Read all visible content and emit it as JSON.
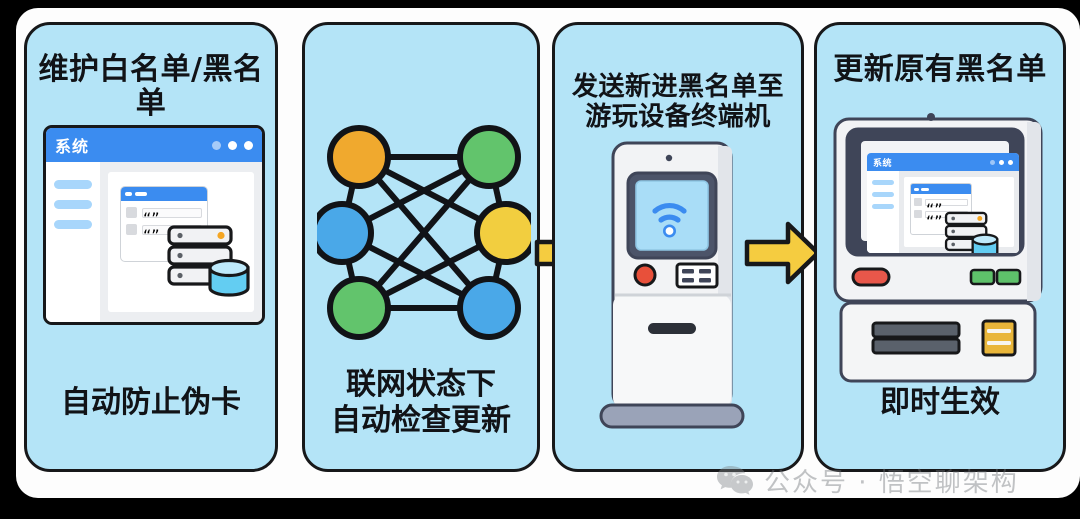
{
  "figure": {
    "background_color": "#000000",
    "card_color": "#fdfdfd",
    "panel_fill": "#b4e4f7",
    "panel_stroke": "#17181a",
    "arrow_color": "#f5cc40"
  },
  "panels": [
    {
      "id": "maintain-lists",
      "title": "维护白名单/黑名单",
      "caption": "自动防止伪卡",
      "illustration": "system-window-with-database",
      "window": {
        "title": "系统",
        "titlebar_color": "#3b8cf0",
        "dot_count": 3,
        "sidebar_bars": 3,
        "dialog": {
          "rows": 2
        },
        "server_units": 3,
        "server_led_color": "#f5a623",
        "database_color": "#4ec3ef"
      }
    },
    {
      "id": "network-check",
      "title": "",
      "caption": "联网状态下\n自动检查更新",
      "illustration": "network-graph",
      "graph": {
        "nodes": [
          {
            "id": "n1",
            "position": "top-left",
            "color": "#f0a92e"
          },
          {
            "id": "n2",
            "position": "top-right",
            "color": "#62c46c"
          },
          {
            "id": "n3",
            "position": "middle-left",
            "color": "#4aa8e8"
          },
          {
            "id": "n4",
            "position": "middle-right",
            "color": "#f2ce3f"
          },
          {
            "id": "n5",
            "position": "bottom-left",
            "color": "#62c46c"
          },
          {
            "id": "n6",
            "position": "bottom-right",
            "color": "#4aa8e8"
          }
        ],
        "edge_color": "#111317",
        "edge_count": 11
      }
    },
    {
      "id": "send-blacklist",
      "title": "发送新进黑名单至\n游玩设备终端机",
      "caption": "",
      "illustration": "kiosk-terminal-with-wifi",
      "kiosk": {
        "screen_color": "#a9ddf7",
        "wifi_color": "#3b8cf0",
        "button_color": "#e8503a",
        "body_color": "#f2f3f5",
        "base_color": "#9aa3b8"
      }
    },
    {
      "id": "update-blacklist",
      "title": "更新原有黑名单",
      "caption": "即时生效",
      "illustration": "atm-terminal-with-system-screen",
      "atm": {
        "screen_window_title": "系统",
        "red_button_color": "#e8574a",
        "green_button_color": "#5ec16a",
        "card_reader_color": "#e9b63a",
        "body_color": "#f2f3f5",
        "bezel_color": "#3f4558",
        "sidebar_bars": 3,
        "dialog_rows": 2,
        "server_units": 3,
        "database_color": "#4ec3ef"
      }
    }
  ],
  "arrows": [
    {
      "id": "arrow-1",
      "direction": "right",
      "color": "#f5cc40"
    },
    {
      "id": "arrow-2",
      "direction": "right",
      "color": "#f5cc40"
    }
  ],
  "watermark": {
    "text": "公众号 · 悟空聊架构",
    "icon": "wechat-icon",
    "color": "#6e7276"
  }
}
